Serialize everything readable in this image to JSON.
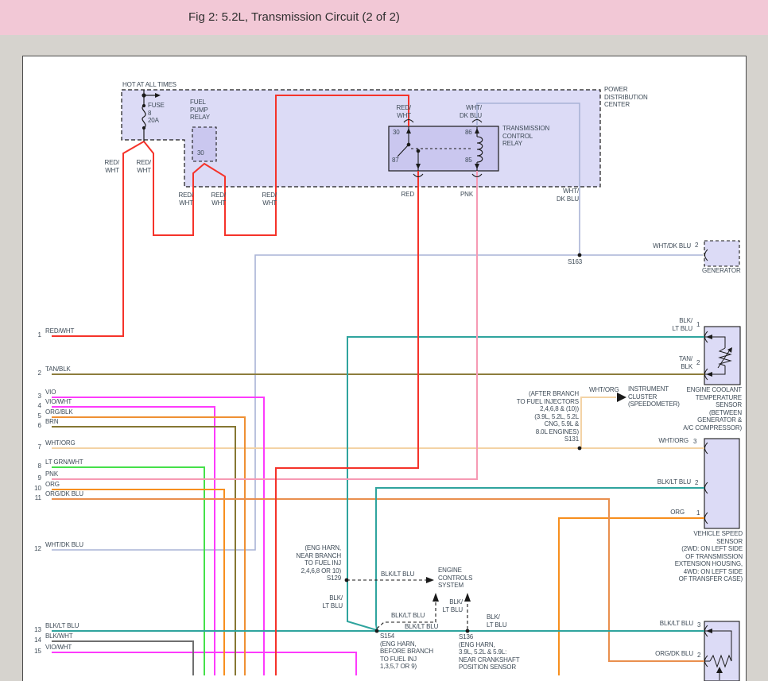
{
  "title": "Fig 2: 5.2L, Transmission Circuit (2 of 2)",
  "colors": {
    "titlebar": "#f2c8d6",
    "page_bg": "#d6d3ce",
    "panel_bg": "#ffffff",
    "pdc_fill": "#dcdbf6",
    "relay_fill": "#cac7ef",
    "text": "#3e4b57",
    "red": "#f5332a",
    "pink": "#f69ab4",
    "wht_dk_blu": "#a9b3d6",
    "wht_org": "#f3d3a5",
    "tan_blk": "#8d7d3c",
    "brn": "#857733",
    "lt_grn_wht": "#45e049",
    "vio": "#fd3bfc",
    "org": "#f78f1e",
    "org_blk": "#ef9033",
    "org_dk_blu": "#e98f4e",
    "blk_lt_blu": "#2fa49e",
    "blk_wht": "#6f6f6f"
  },
  "top": {
    "hot": "HOT AT ALL TIMES",
    "fuse": "FUSE\n8\n20A",
    "fuel_pump_relay": "FUEL\nPUMP\nRELAY",
    "fpr_pin": "30",
    "pdc": "POWER\nDISTRIBUTION\nCENTER",
    "tcr": "TRANSMISSION\nCONTROL\nRELAY",
    "pin30": "30",
    "pin86": "86",
    "pin87": "87",
    "pin85": "85"
  },
  "wire_labels": {
    "red_wht": "RED/\nWHT",
    "red": "RED",
    "pnk": "PNK",
    "wht_dk_blu_2line": "WHT/\nDK BLU",
    "wht_dk_blu": "WHT/DK BLU",
    "blk_lt_blu": "BLK/LT BLU",
    "blk_lt_blu_2line": "BLK/\nLT BLU",
    "tan_blk_2line": "TAN/\nBLK",
    "wht_org": "WHT/ORG",
    "org": "ORG",
    "org_dk_blu": "ORG/DK BLU"
  },
  "pins": {
    "p1": "1",
    "p2": "2",
    "p3": "3"
  },
  "left_wires": [
    {
      "n": "1",
      "label": "RED/WHT"
    },
    {
      "n": "2",
      "label": "TAN/BLK"
    },
    {
      "n": "3",
      "label": "VIO"
    },
    {
      "n": "4",
      "label": "VIO/WHT"
    },
    {
      "n": "5",
      "label": "ORG/BLK"
    },
    {
      "n": "6",
      "label": "BRN"
    },
    {
      "n": "7",
      "label": "WHT/ORG"
    },
    {
      "n": "8",
      "label": "LT GRN/WHT"
    },
    {
      "n": "9",
      "label": "PNK"
    },
    {
      "n": "10",
      "label": "ORG"
    },
    {
      "n": "11",
      "label": "ORG/DK BLU"
    },
    {
      "n": "12",
      "label": "WHT/DK BLU"
    },
    {
      "n": "13",
      "label": "BLK/LT BLU"
    },
    {
      "n": "14",
      "label": "BLK/WHT"
    },
    {
      "n": "15",
      "label": "VIO/WHT"
    }
  ],
  "splices": {
    "s163": "S163",
    "s131": "(AFTER BRANCH\nTO FUEL INJECTORS\n2,4,6,8 & (10))\n(3.9L, 5.2L, 5.2L\nCNG, 5.9L &\n8.0L ENGINES)\nS131",
    "s129": "(ENG HARN,\nNEAR BRANCH\nTO FUEL INJ\n2,4,6,8 OR 10)\nS129",
    "s154": "S154\n(ENG HARN,\nBEFORE BRANCH\nTO FUEL INJ\n1,3,5,7 OR 9)",
    "s136": "S136\n(ENG HARN,\n3.9L, 5.2L & 5.9L:\nNEAR CRANKSHAFT\nPOSITION SENSOR"
  },
  "components": {
    "generator": "GENERATOR",
    "ect": "ENGINE COOLANT\nTEMPERATURE\nSENSOR\n(BETWEEN\nGENERATOR &\nA/C COMPRESSOR)",
    "vss": "VEHICLE SPEED\nSENSOR\n(2WD: ON LEFT SIDE\nOF TRANSMISSION\nEXTENSION HOUSING,\n4WD: ON LEFT SIDE\nOF TRANSFER CASE)",
    "instrument_cluster": "INSTRUMENT\nCLUSTER\n(SPEEDOMETER)",
    "ecs": "ENGINE\nCONTROLS\nSYSTEM"
  }
}
